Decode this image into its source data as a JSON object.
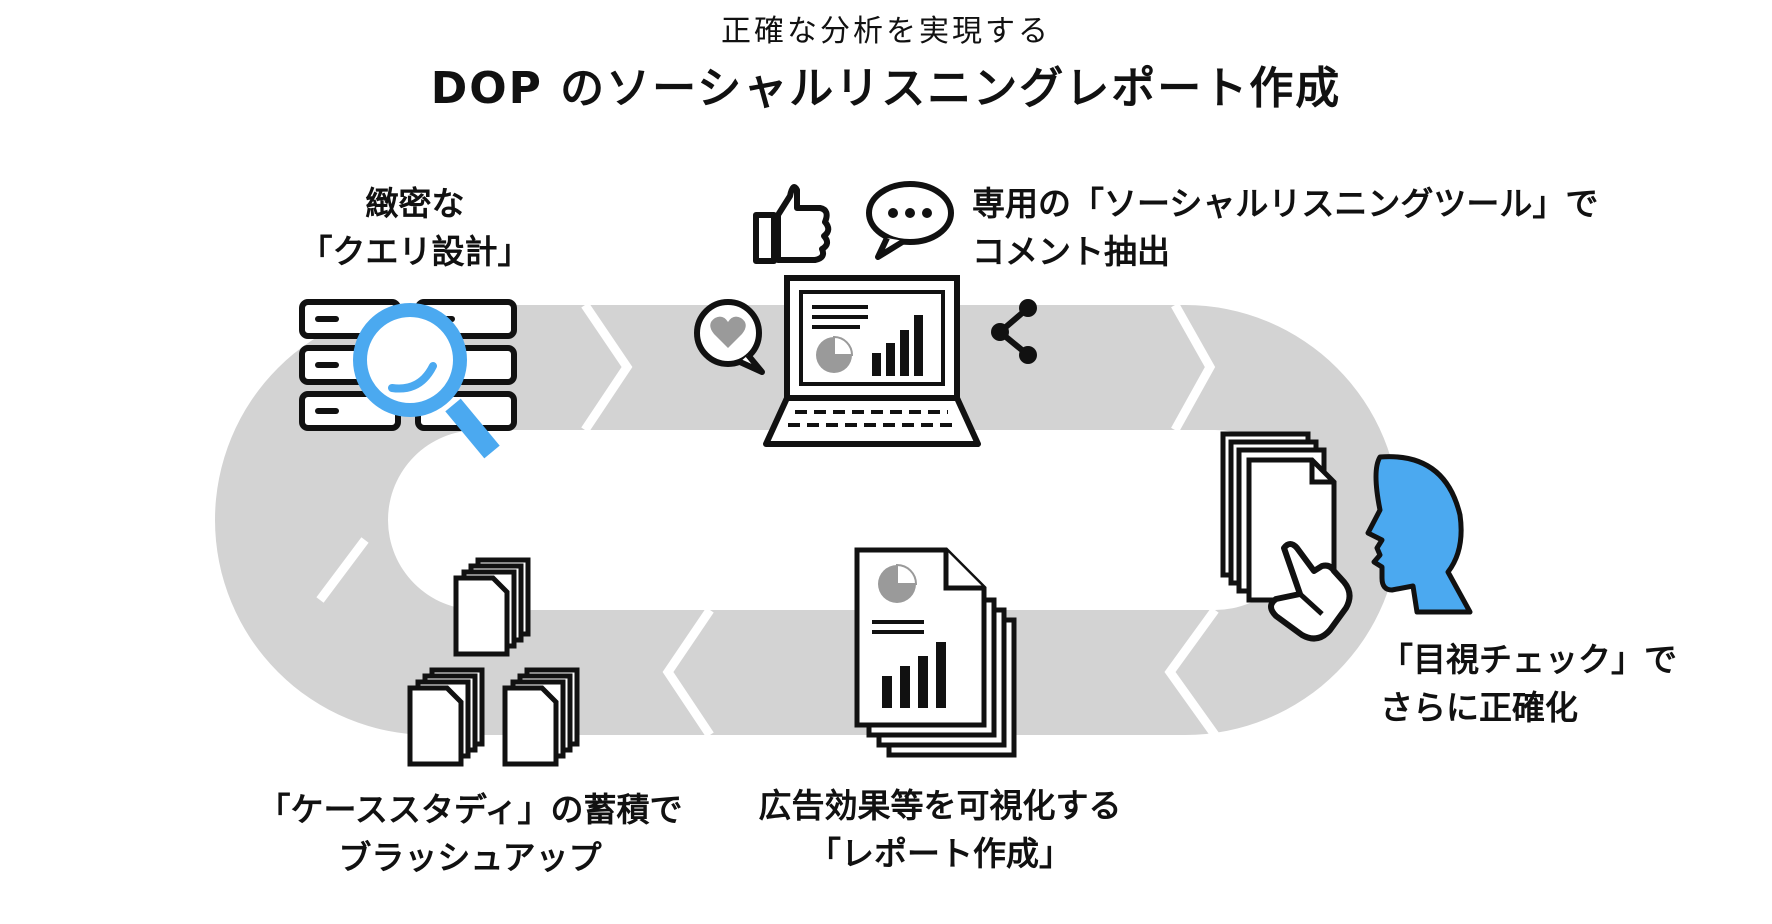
{
  "header": {
    "subtitle": "正確な分析を実現する",
    "title": "DOP のソーシャルリスニングレポート作成"
  },
  "steps": [
    {
      "id": "query-design",
      "line1": "緻密な",
      "line2": "「クエリ設計」"
    },
    {
      "id": "comment-extraction",
      "line1": "専用の「ソーシャルリスニングツール」で",
      "line2": "コメント抽出"
    },
    {
      "id": "visual-check",
      "line1": "「目視チェック」で",
      "line2": "さらに正確化"
    },
    {
      "id": "report-creation",
      "line1": "広告効果等を可視化する",
      "line2": "「レポート作成」"
    },
    {
      "id": "case-study",
      "line1": "「ケーススタディ」の蓄積で",
      "line2": "ブラッシュアップ"
    }
  ],
  "colors": {
    "track": "#d3d3d3",
    "accent": "#4ba9f0",
    "ink": "#111111",
    "chart_gray": "#9a9a9a"
  },
  "icons": [
    "server-search-icon",
    "thumbs-up-icon",
    "chat-bubble-icon",
    "heart-bubble-icon",
    "laptop-analytics-icon",
    "share-icon",
    "pointing-documents-icon",
    "human-head-icon",
    "report-documents-icon",
    "stacked-files-icon"
  ]
}
